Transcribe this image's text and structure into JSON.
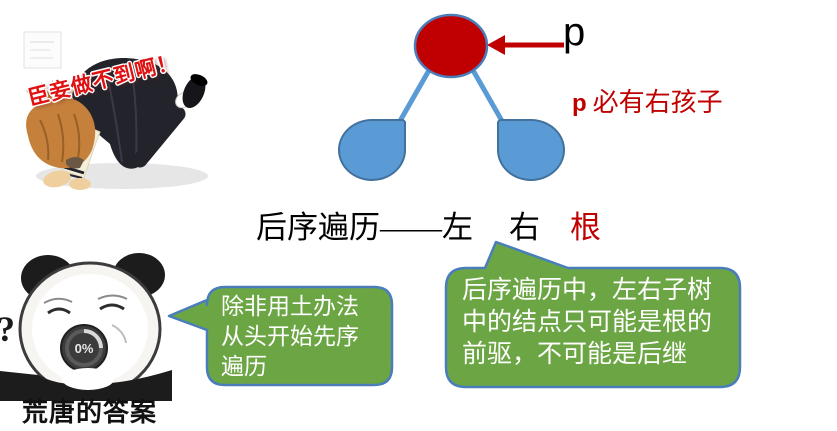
{
  "meme_top_left": {
    "overlay_text": "臣妾做不到啊！"
  },
  "tree": {
    "pointer_label": "p",
    "note_prefix": "p",
    "note_text": "必有右孩子"
  },
  "headline": {
    "part_main": "后序遍历——左",
    "part_right": "右",
    "part_root": "根"
  },
  "bubble_left": {
    "lines": [
      "除非用土办法",
      "从头开始先序",
      "遍历"
    ]
  },
  "bubble_right": {
    "lines": [
      "后序遍历中，左右子树",
      "中的结点只可能是根的",
      "前驱，不可能是后继"
    ]
  },
  "meme_panda": {
    "question_mark": "?",
    "progress_label": "0%",
    "caption": "荒唐的答案"
  },
  "colors": {
    "node_red": "#C00000",
    "tree_blue_fill": "#5B9BD5",
    "tree_blue_border": "#41719C",
    "arrow_red": "#C00000",
    "accent_text_red": "#C00000",
    "bubble_green": "#6CA644",
    "bubble_border_blue": "#4A7EBB",
    "meme_text_red": "#E01111"
  }
}
